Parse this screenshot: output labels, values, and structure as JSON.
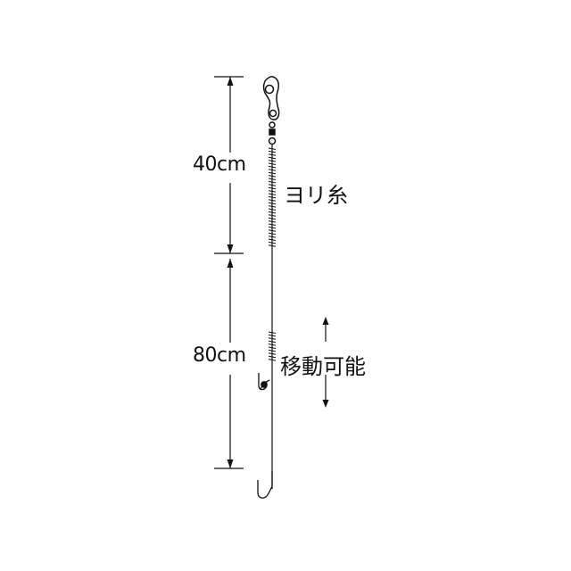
{
  "dimensions": {
    "upper_length": "40cm",
    "lower_length": "80cm"
  },
  "notes": {
    "twisted_line": "ヨリ糸",
    "movable": "移動可能"
  },
  "colors": {
    "line": "#111111",
    "background": "#ffffff"
  }
}
